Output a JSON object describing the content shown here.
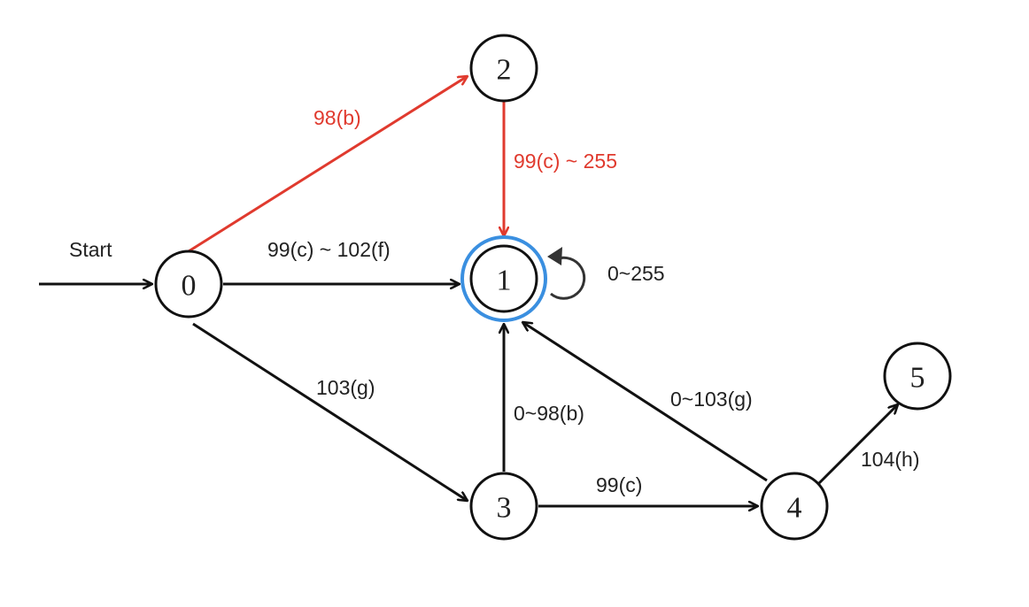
{
  "colors": {
    "edge_default": "#111111",
    "edge_highlight": "#e03a2e",
    "accept_ring": "#3a8fe0",
    "self_loop": "#333333"
  },
  "start_label": "Start",
  "nodes": [
    {
      "id": "0",
      "label": "0",
      "accepting": false
    },
    {
      "id": "1",
      "label": "1",
      "accepting": true
    },
    {
      "id": "2",
      "label": "2",
      "accepting": false
    },
    {
      "id": "3",
      "label": "3",
      "accepting": false
    },
    {
      "id": "4",
      "label": "4",
      "accepting": false
    },
    {
      "id": "5",
      "label": "5",
      "accepting": false
    }
  ],
  "edges": [
    {
      "from": "0",
      "to": "2",
      "label": "98(b)",
      "highlight": true
    },
    {
      "from": "2",
      "to": "1",
      "label": "99(c) ~ 255",
      "highlight": true
    },
    {
      "from": "0",
      "to": "1",
      "label": "99(c) ~ 102(f)",
      "highlight": false
    },
    {
      "from": "0",
      "to": "3",
      "label": "103(g)",
      "highlight": false
    },
    {
      "from": "3",
      "to": "1",
      "label": "0~98(b)",
      "highlight": false
    },
    {
      "from": "3",
      "to": "4",
      "label": "99(c)",
      "highlight": false
    },
    {
      "from": "4",
      "to": "1",
      "label": "0~103(g)",
      "highlight": false
    },
    {
      "from": "4",
      "to": "5",
      "label": "104(h)",
      "highlight": false
    },
    {
      "from": "1",
      "to": "1",
      "label": "0~255",
      "highlight": false
    }
  ]
}
